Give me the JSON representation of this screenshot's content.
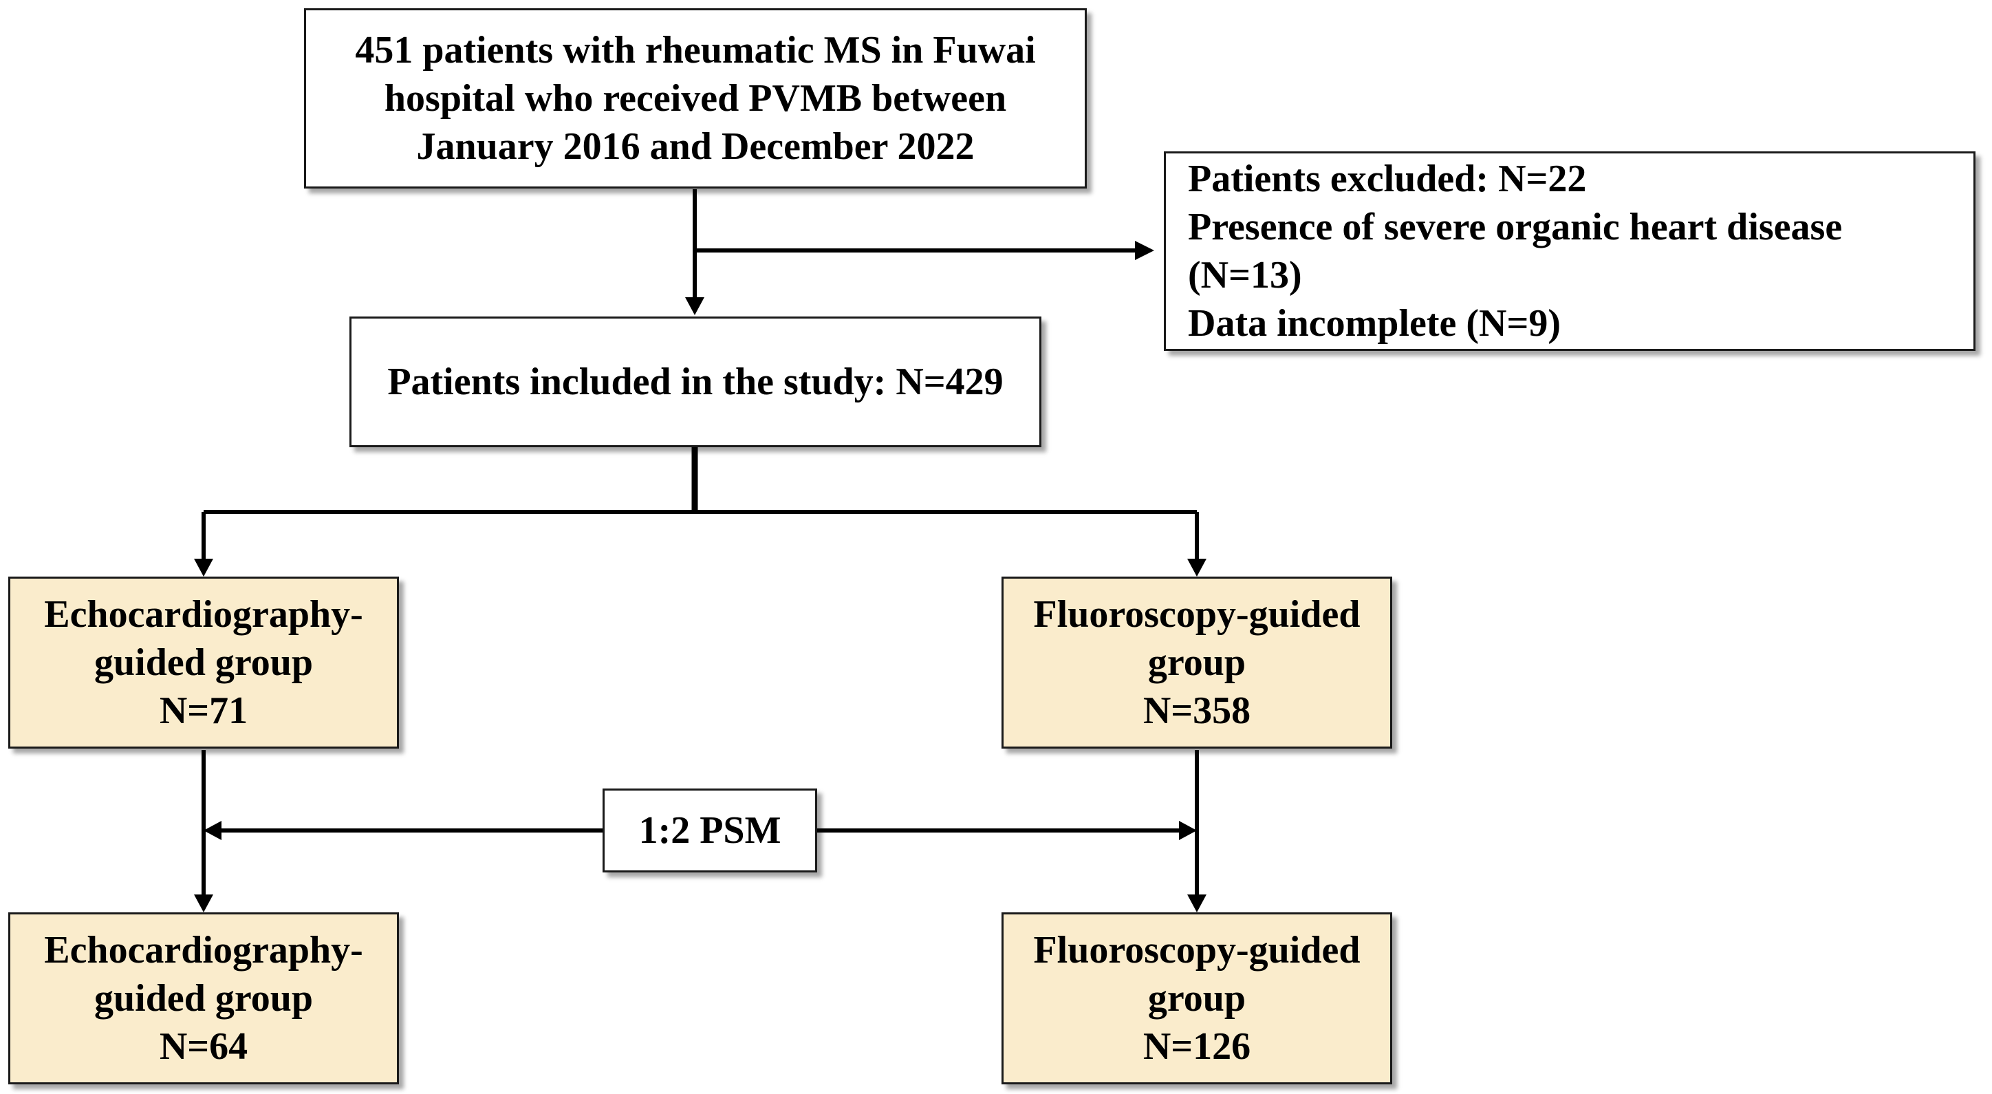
{
  "source_box": {
    "lines": [
      "451 patients with rheumatic MS in Fuwai",
      "hospital who received PVMB between",
      "January 2016 and December 2022"
    ]
  },
  "excluded_box": {
    "lines": [
      "Patients excluded: N=22",
      "Presence of severe organic heart disease",
      "(N=13)",
      "Data incomplete (N=9)"
    ]
  },
  "included_box": {
    "text": "Patients included in the study: N=429"
  },
  "echo_group_before": {
    "lines": [
      "Echocardiography-",
      "guided group",
      "N=71"
    ]
  },
  "fluoro_group_before": {
    "lines": [
      "Fluoroscopy-guided",
      "group",
      "N=358"
    ]
  },
  "psm_box": {
    "text": "1:2 PSM"
  },
  "echo_group_after": {
    "lines": [
      "Echocardiography-",
      "guided group",
      "N=64"
    ]
  },
  "fluoro_group_after": {
    "lines": [
      "Fluoroscopy-guided",
      "group",
      "N=126"
    ]
  },
  "colors": {
    "group_fill": "#faeccc",
    "box_fill": "#ffffff",
    "line": "#000000"
  }
}
